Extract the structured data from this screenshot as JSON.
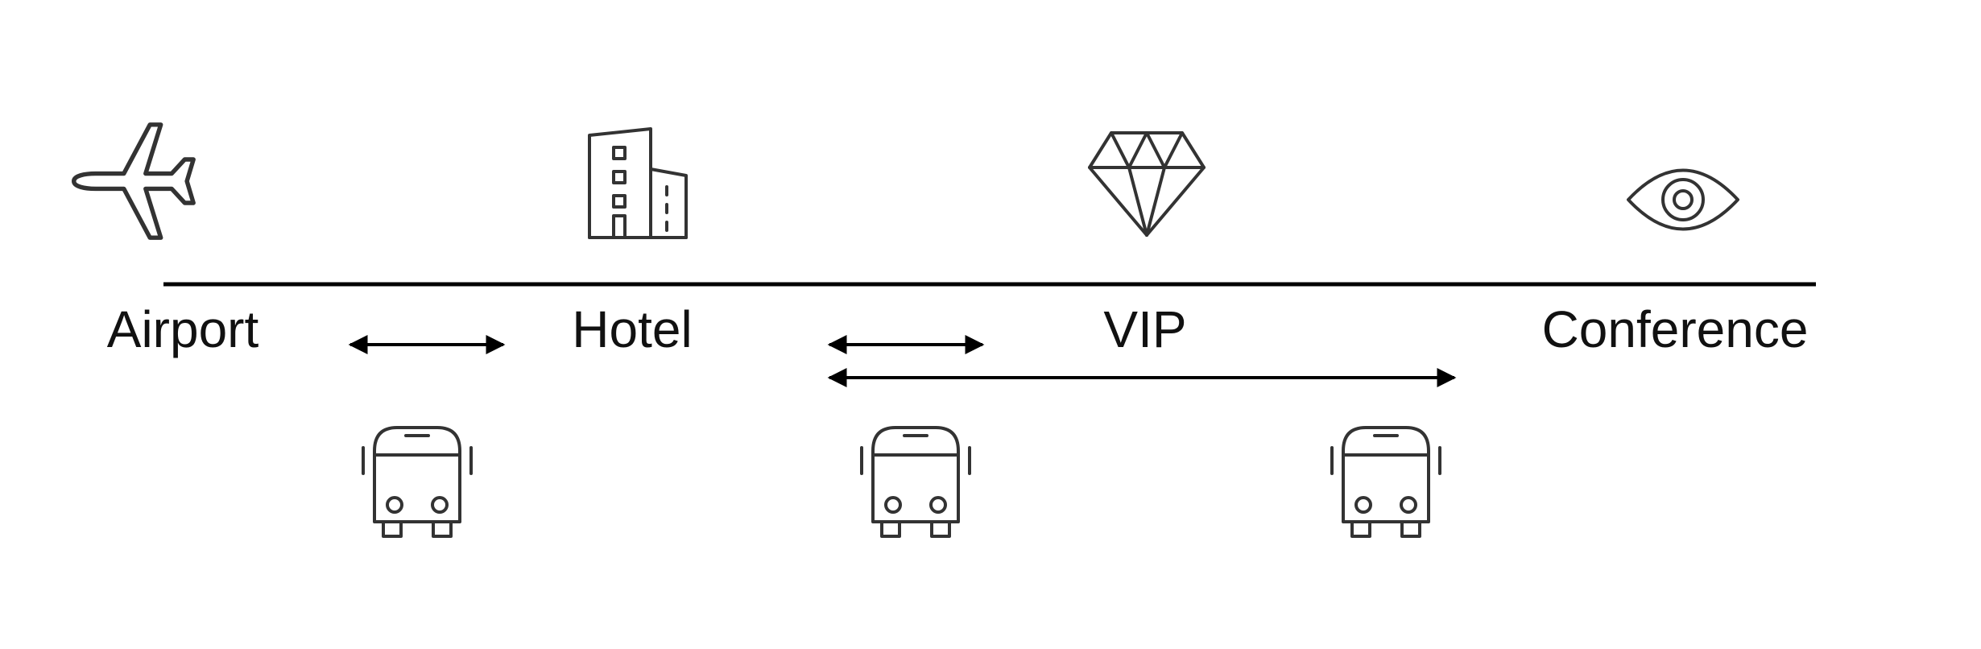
{
  "stops": [
    {
      "label": "Airport",
      "icon": "airplane-icon"
    },
    {
      "label": "Hotel",
      "icon": "building-icon"
    },
    {
      "label": "VIP",
      "icon": "diamond-icon"
    },
    {
      "label": "Conference",
      "icon": "eye-icon"
    }
  ],
  "connections": [
    {
      "from": "Airport",
      "to": "Hotel",
      "icon": "bus-icon"
    },
    {
      "from": "Hotel",
      "to": "VIP",
      "icon": "bus-icon"
    },
    {
      "from": "Hotel",
      "to": "Conference",
      "icon": "bus-icon"
    }
  ],
  "colors": {
    "line": "#000000",
    "icon": "#333333",
    "text": "#111111"
  }
}
